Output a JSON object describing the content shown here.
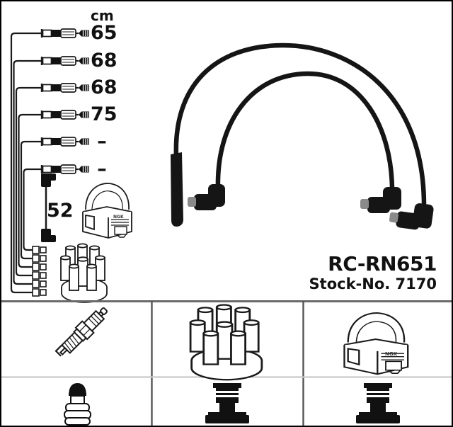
{
  "product": {
    "code": "RC-RN651",
    "stock_no_label": "Stock-No. 7170"
  },
  "measurements": {
    "unit": "cm",
    "cable_lengths": [
      "65",
      "68",
      "68",
      "75",
      "–",
      "–"
    ],
    "coil_cable_length": "52"
  },
  "branding": {
    "coil_logo": "NGK"
  },
  "legend": {
    "symbol_items": [
      "spark-plug",
      "distributor-cap",
      "ignition-coil"
    ],
    "connector_items": [
      "spark-plug-terminal-nut",
      "distributor-tower-connector",
      "distributor-tower-connector"
    ]
  },
  "colors": {
    "line": "#1a1a1a",
    "background": "#ffffff",
    "cable_black": "#151515",
    "pin_gray": "#8a8a8a",
    "divider_dark": "#6a6a6a",
    "divider_light": "#c9c9c9"
  }
}
